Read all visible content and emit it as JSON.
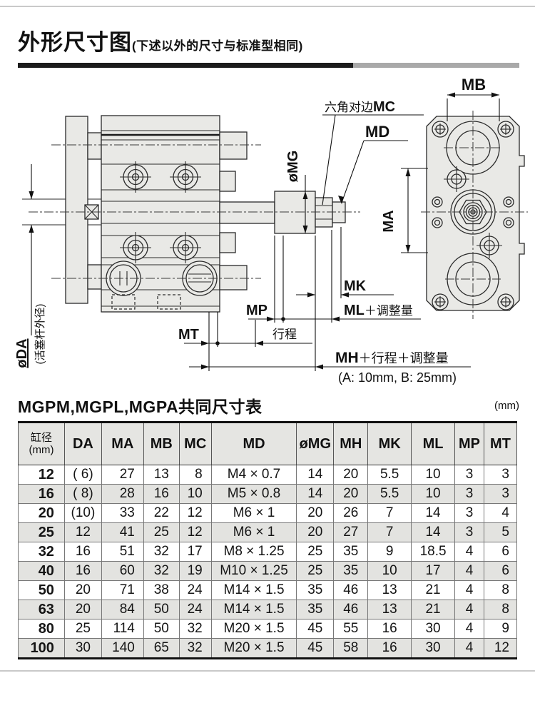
{
  "page": {
    "title": "外形尺寸图",
    "title_note": "(下述以外的尺寸与标准型相同)"
  },
  "drawing": {
    "labels": {
      "mb": "MB",
      "mc_prefix": "六角对边",
      "mc": "MC",
      "md": "MD",
      "mg": "øMG",
      "ma": "MA",
      "mk": "MK",
      "mp": "MP",
      "mt": "MT",
      "ml": "ML",
      "ml_suffix": "＋调整量",
      "stroke": "行程",
      "mh": "MH",
      "mh_suffix": "＋行程＋调整量",
      "mh_note": "(A: 10mm, B: 25mm)",
      "da": "øDA",
      "da_note": "(活塞杆外径)"
    }
  },
  "table": {
    "title": "MGPM,MGPL,MGPA共同尺寸表",
    "unit": "(mm)",
    "columns": [
      "缸径\n(mm)",
      "DA",
      "MA",
      "MB",
      "MC",
      "MD",
      "øMG",
      "MH",
      "MK",
      "ML",
      "MP",
      "MT"
    ],
    "rows": [
      [
        "12",
        "( 6)",
        "27",
        "13",
        "8",
        "M4 × 0.7",
        "14",
        "20",
        "5.5",
        "10",
        "3",
        "3"
      ],
      [
        "16",
        "( 8)",
        "28",
        "16",
        "10",
        "M5 × 0.8",
        "14",
        "20",
        "5.5",
        "10",
        "3",
        "3"
      ],
      [
        "20",
        "(10)",
        "33",
        "22",
        "12",
        "M6 × 1",
        "20",
        "26",
        "7",
        "14",
        "3",
        "4"
      ],
      [
        "25",
        "12",
        "41",
        "25",
        "12",
        "M6 × 1",
        "20",
        "27",
        "7",
        "14",
        "3",
        "5"
      ],
      [
        "32",
        "16",
        "51",
        "32",
        "17",
        "M8 × 1.25",
        "25",
        "35",
        "9",
        "18.5",
        "4",
        "6"
      ],
      [
        "40",
        "16",
        "60",
        "32",
        "19",
        "M10 × 1.25",
        "25",
        "35",
        "10",
        "17",
        "4",
        "6"
      ],
      [
        "50",
        "20",
        "71",
        "38",
        "24",
        "M14 × 1.5",
        "35",
        "46",
        "13",
        "21",
        "4",
        "8"
      ],
      [
        "63",
        "20",
        "84",
        "50",
        "24",
        "M14 × 1.5",
        "35",
        "46",
        "13",
        "21",
        "4",
        "8"
      ],
      [
        "80",
        "25",
        "114",
        "50",
        "32",
        "M20 × 1.5",
        "45",
        "55",
        "16",
        "30",
        "4",
        "9"
      ],
      [
        "100",
        "30",
        "140",
        "65",
        "32",
        "M20 × 1.5",
        "45",
        "58",
        "16",
        "30",
        "4",
        "12"
      ]
    ]
  }
}
